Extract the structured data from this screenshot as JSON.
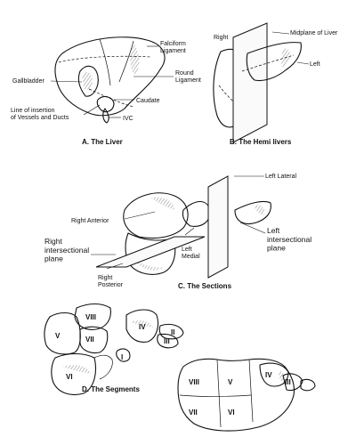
{
  "panel_a": {
    "caption": "A. The Liver",
    "labels": {
      "falciform": "Falciform\nLigament",
      "round": "Round\nLigament",
      "gallbladder": "Gallbladder",
      "caudate": "Caudate",
      "line_insertion": "Line of insertion\nof Vessels and Ducts",
      "ivc": "IVC"
    }
  },
  "panel_b": {
    "caption": "B. The Hemi livers",
    "labels": {
      "right": "Right",
      "midplane": "Midplane of Liver",
      "left": "Left"
    }
  },
  "panel_c": {
    "caption": "C. The Sections",
    "labels": {
      "left_lateral": "Left Lateral",
      "right_anterior": "Right Anterior",
      "right_intersectional": "Right\nintersectional\nplane",
      "left_medial": "Left\nMedial",
      "left_intersectional": "Left\nintersectional\nplane",
      "right_posterior": "Right\nPosterior"
    }
  },
  "panel_d": {
    "caption": "D. The Segments",
    "left_segments": [
      "VIII",
      "V",
      "VII",
      "IV",
      "II",
      "III",
      "I",
      "VI"
    ],
    "right_segments": [
      "VIII",
      "V",
      "IV",
      "III",
      "VII",
      "VI"
    ]
  }
}
